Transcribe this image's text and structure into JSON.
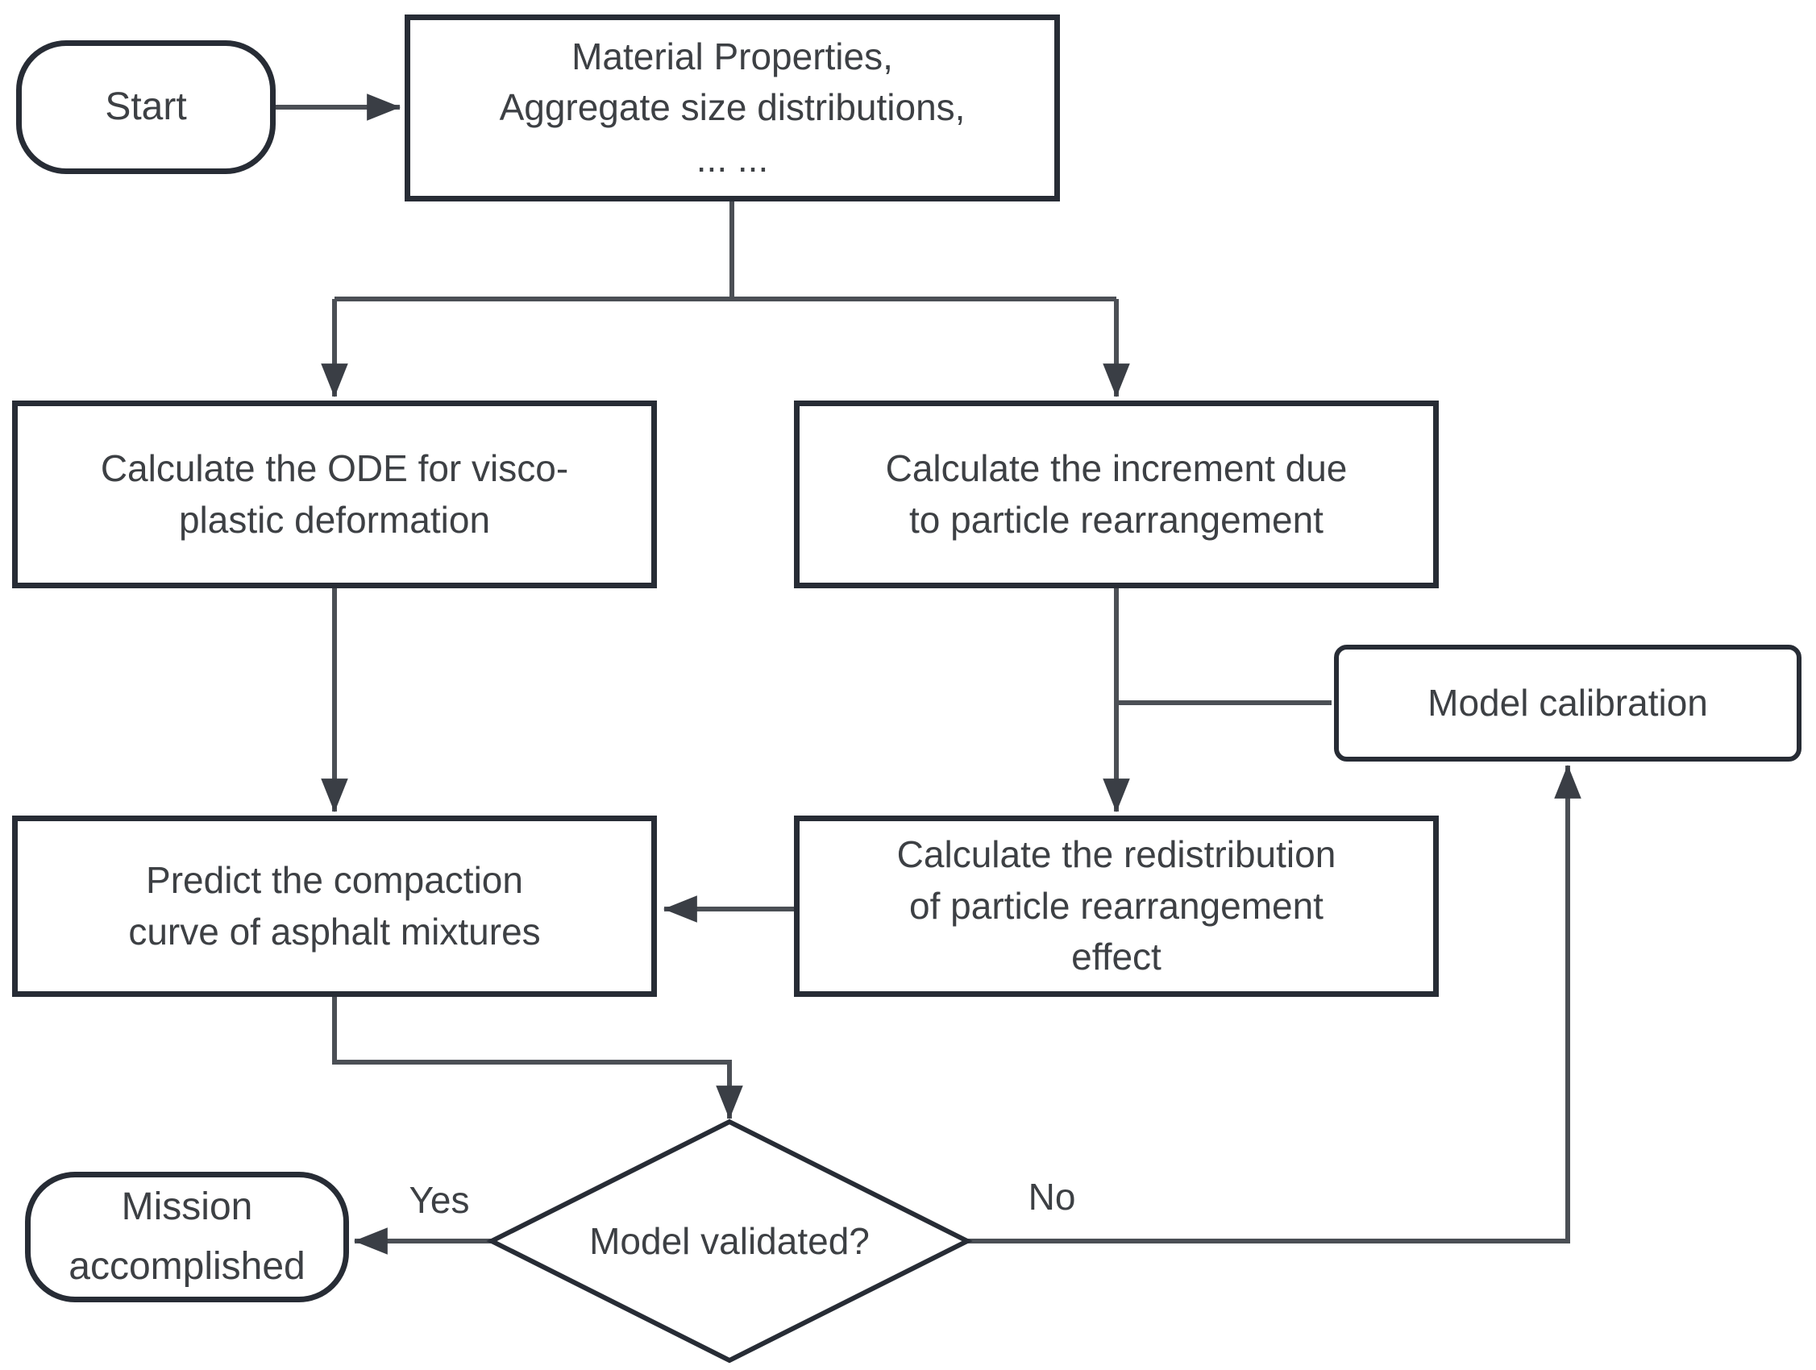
{
  "diagram_type": "flowchart",
  "nodes": {
    "start": {
      "label": "Start",
      "shape": "rounded-terminal"
    },
    "inputs": {
      "shape": "process-rect",
      "lines": [
        "Material Properties,",
        "Aggregate size distributions,",
        "... ..."
      ]
    },
    "ode": {
      "shape": "process-rect",
      "lines": [
        "Calculate the ODE for visco-",
        "plastic deformation"
      ]
    },
    "increment": {
      "shape": "process-rect",
      "lines": [
        "Calculate the increment due",
        "to particle rearrangement"
      ]
    },
    "calibration": {
      "shape": "rounded-rect",
      "label": "Model calibration"
    },
    "redistribution": {
      "shape": "process-rect",
      "lines": [
        "Calculate the redistribution",
        "of particle rearrangement",
        "effect"
      ]
    },
    "predict": {
      "shape": "process-rect",
      "lines": [
        "Predict the compaction",
        "curve of asphalt mixtures"
      ]
    },
    "decision": {
      "shape": "diamond",
      "label": "Model validated?"
    },
    "mission": {
      "shape": "rounded-terminal",
      "lines": [
        "Mission",
        "accomplished"
      ]
    }
  },
  "edge_labels": {
    "yes": "Yes",
    "no": "No"
  },
  "colors": {
    "background": "#ffffff",
    "box_border": "#272c35",
    "connector": "#4b4f55",
    "arrowhead": "#3a3e45",
    "text": "#3d4044"
  }
}
